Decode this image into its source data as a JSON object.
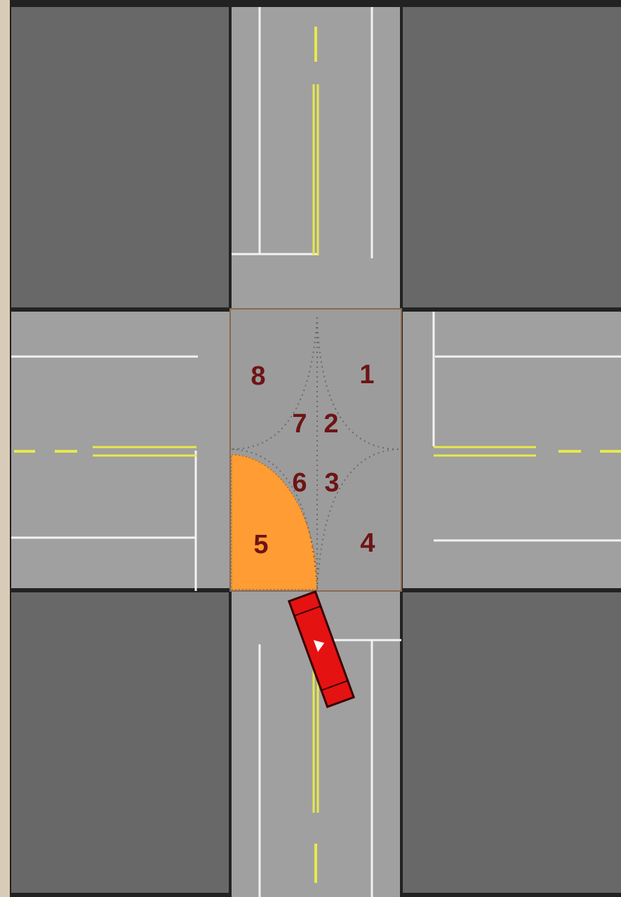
{
  "colors": {
    "backdrop": "#d8ccb8",
    "block": "#686868",
    "road": "#a0a0a0",
    "intersection": "#9c9c9c",
    "lane_line": "#f2f2f2",
    "center_line": "#e8e84a",
    "highlight_zone": "#ff9c33",
    "zone_label": "#6e1414",
    "car_body": "#e51212",
    "car_outline": "#3a0000",
    "car_arrow": "#ffffff"
  },
  "zones": {
    "z1": "1",
    "z2": "2",
    "z3": "3",
    "z4": "4",
    "z5": "5",
    "z6": "6",
    "z7": "7",
    "z8": "8"
  },
  "highlighted_zone": "5",
  "vehicle": {
    "color": "red",
    "icon": "car-icon",
    "direction": "turning-left-from-south-approach"
  }
}
